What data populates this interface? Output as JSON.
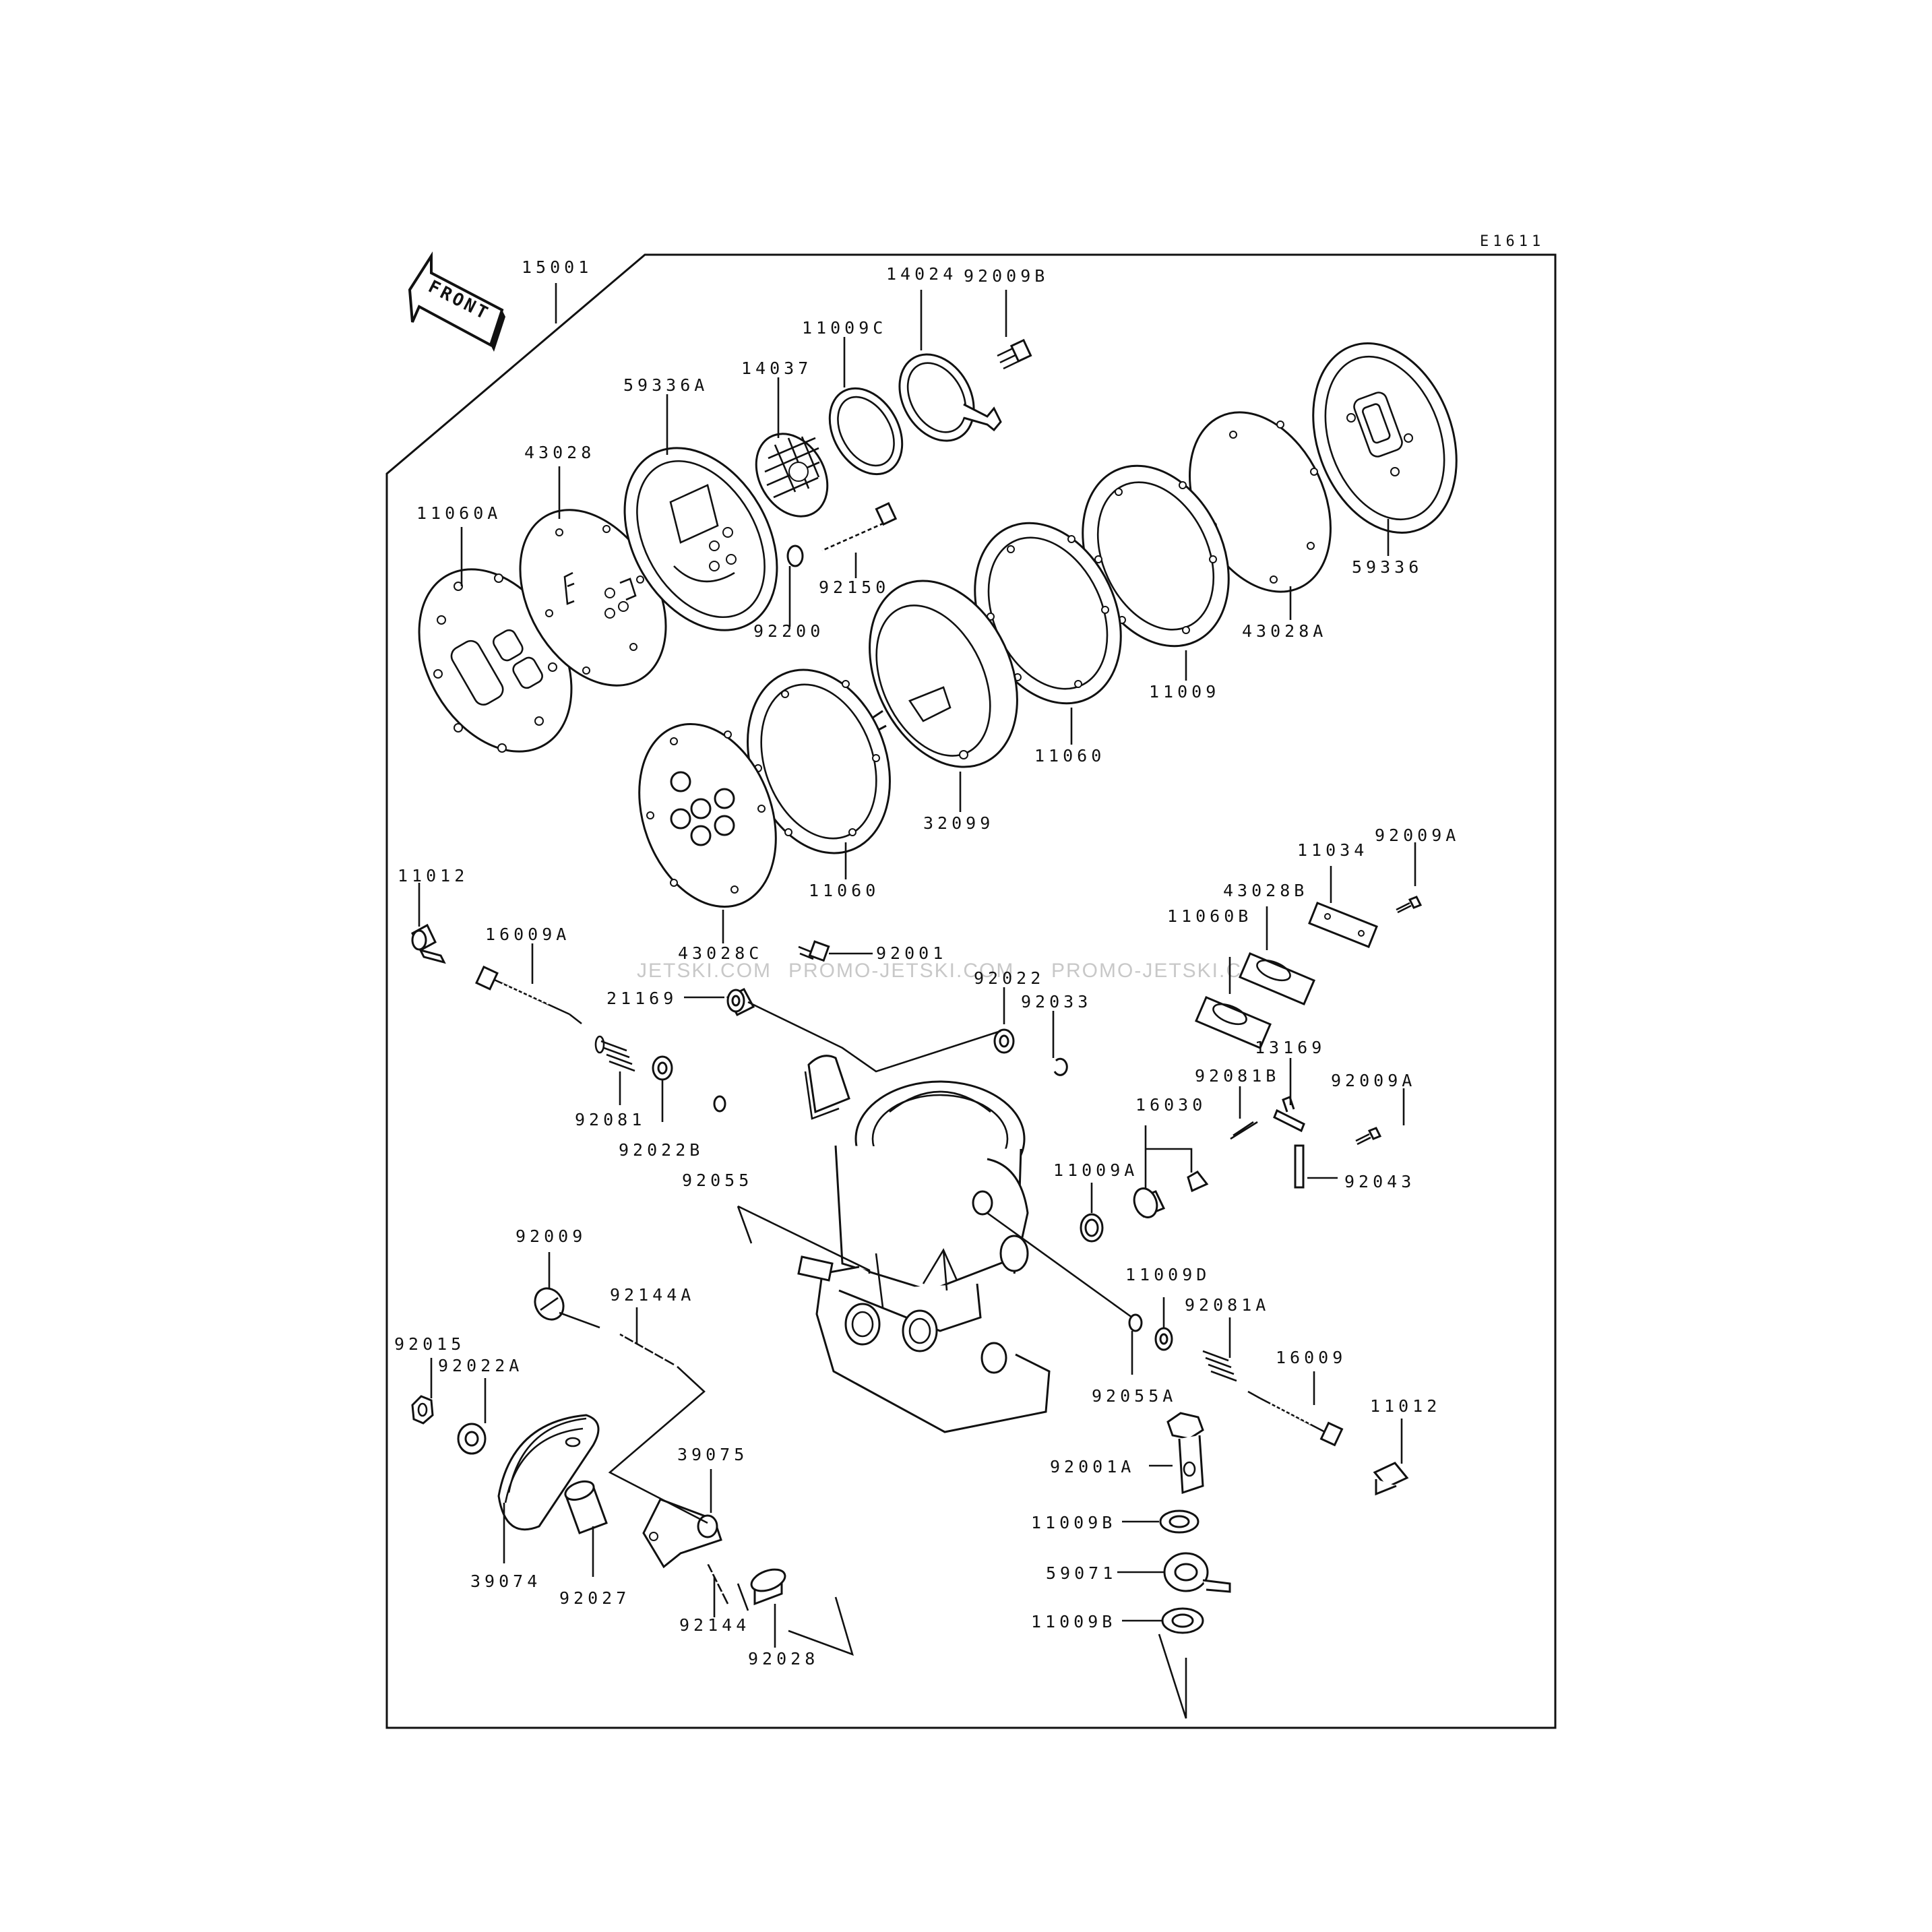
{
  "figure_code": "E1611",
  "front_label": "FRONT",
  "watermarks": [
    "JETSKI.COM",
    "PROMO-JETSKI.COM",
    "PROMO-JETSKI.COM"
  ],
  "part_labels": {
    "p15001": "15001",
    "p14024": "14024",
    "p92009B": "92009B",
    "p11009C": "11009C",
    "p14037": "14037",
    "p59336A": "59336A",
    "p43028": "43028",
    "p11060A": "11060A",
    "p92150": "92150",
    "p92200": "92200",
    "p59336": "59336",
    "p43028A": "43028A",
    "p11009": "11009",
    "p11060_top": "11060",
    "p32099": "32099",
    "p11060_mid": "11060",
    "p43028C": "43028C",
    "p11012_left": "11012",
    "p16009A": "16009A",
    "p92001": "92001",
    "p92022": "92022",
    "p21169": "21169",
    "p92033": "92033",
    "p92081": "92081",
    "p92022B": "92022B",
    "p92055": "92055",
    "p11034": "11034",
    "p92009A_top": "92009A",
    "p43028B": "43028B",
    "p11060B": "11060B",
    "p13169": "13169",
    "p92081B": "92081B",
    "p92009A_mid": "92009A",
    "p16030": "16030",
    "p11009A": "11009A",
    "p92043": "92043",
    "p92009": "92009",
    "p92144A": "92144A",
    "p92015": "92015",
    "p92022A": "92022A",
    "p11009D": "11009D",
    "p92081A": "92081A",
    "p92055A": "92055A",
    "p16009": "16009",
    "p11012_right": "11012",
    "p39075": "39075",
    "p92001A": "92001A",
    "p39074": "39074",
    "p92027": "92027",
    "p11009B_top": "11009B",
    "p59071": "59071",
    "p11009B_bottom": "11009B",
    "p92144": "92144",
    "p92028": "92028"
  }
}
